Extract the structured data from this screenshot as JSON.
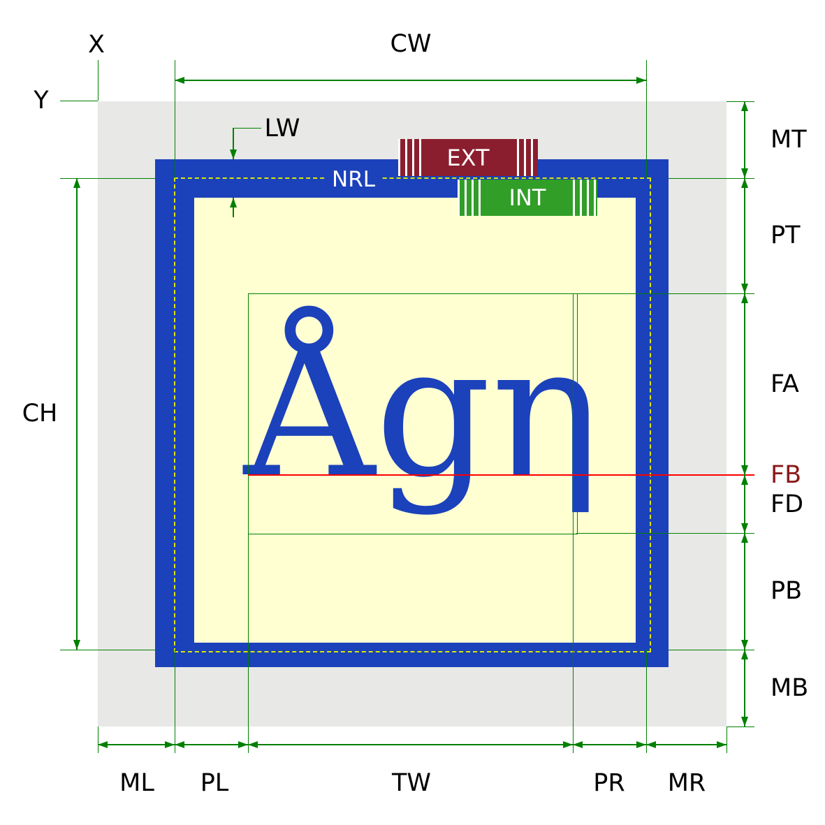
{
  "diagram": {
    "glyph": {
      "text": "Ågη"
    },
    "labels": {
      "x": "X",
      "y": "Y",
      "cw": "CW",
      "lw": "LW",
      "nrl": "NRL",
      "ext": "EXT",
      "int": "INT",
      "mt": "MT",
      "pt": "PT",
      "fa": "FA",
      "fb": "FB",
      "fd": "FD",
      "pb": "PB",
      "mb": "MB",
      "ch": "CH",
      "ml": "ML",
      "pl": "PL",
      "tw": "TW",
      "pr": "PR",
      "mr": "MR"
    },
    "colors": {
      "margin_area": "#e8e8e6",
      "border_area": "#1b41bb",
      "content_area": "#ffffd2",
      "dimension_lines": "#008000",
      "baseline": "#ff0000",
      "fb_label": "#8b1a1a",
      "ext_box": "#8b1e2e",
      "int_box": "#319e28",
      "nrl_dashes": "#dce800",
      "glyph": "#1b41bb"
    }
  }
}
